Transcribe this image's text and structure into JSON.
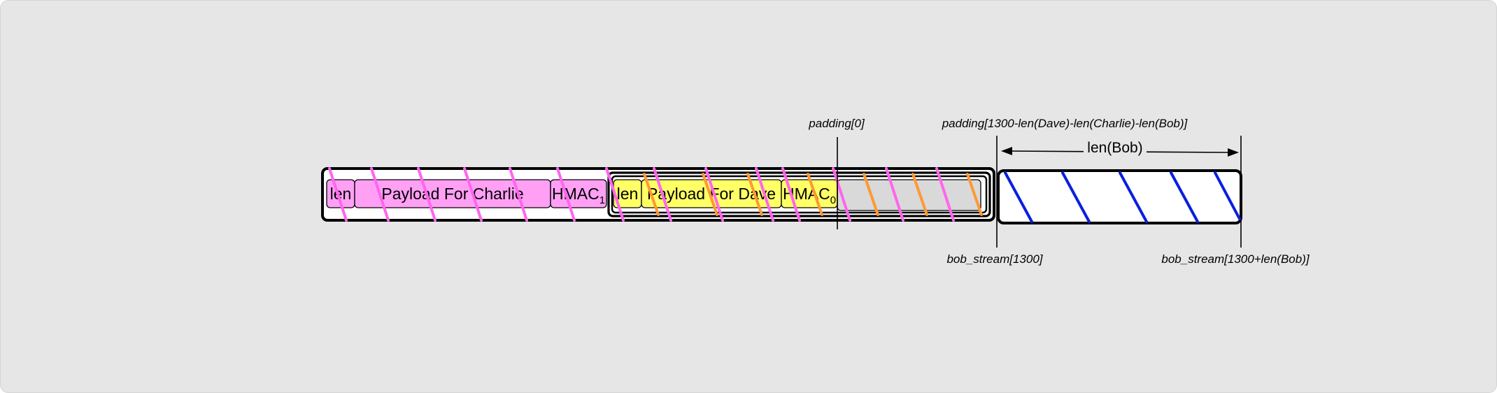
{
  "labels": {
    "padding_start": "padding[0]",
    "padding_end": "padding[1300-len(Dave)-len(Charlie)-len(Bob)]",
    "len_bob": "len(Bob)",
    "stream_start": "bob_stream[1300]",
    "stream_end": "bob_stream[1300+len(Bob)]"
  },
  "charlie_layer": {
    "len_label": "len",
    "payload_label": "Payload For Charlie",
    "hmac_label": "HMAC",
    "hmac_sub": "1"
  },
  "dave_layer": {
    "len_label": "len",
    "payload_label": "Payload For Dave",
    "hmac_label": "HMAC",
    "hmac_sub": "0"
  },
  "colors": {
    "background": "#e6e6e6",
    "charlie_fill": "#ffa0f5",
    "dave_fill": "#ffff66",
    "padding_fill": "#d9d9d9",
    "charlie_hatch": "#ff66ee",
    "dave_hatch": "#ff9933",
    "bob_hatch": "#0a1fe0"
  }
}
